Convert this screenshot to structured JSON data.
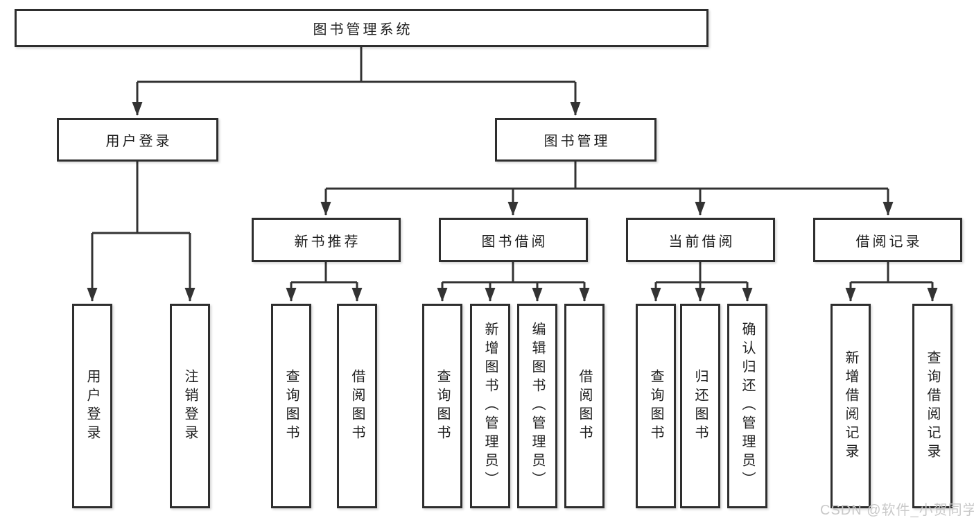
{
  "tree": {
    "root": "图书管理系统",
    "level2": [
      {
        "label": "用户登录",
        "leaves": [
          "用户登录",
          "注销登录"
        ]
      },
      {
        "label": "图书管理",
        "groups": [
          {
            "label": "新书推荐",
            "leaves": [
              "查询图书",
              "借阅图书"
            ]
          },
          {
            "label": "图书借阅",
            "leaves": [
              "查询图书",
              "新增图书（管理员）",
              "编辑图书（管理员）",
              "借阅图书"
            ]
          },
          {
            "label": "当前借阅",
            "leaves": [
              "查询图书",
              "归还图书",
              "确认归还（管理员）"
            ]
          },
          {
            "label": "借阅记录",
            "leaves": [
              "新增借阅记录",
              "查询借阅记录"
            ]
          }
        ]
      }
    ]
  },
  "watermark": "CSDN @软件_小贺同学",
  "colors": {
    "line": "#333333",
    "box_border": "#2e2e2e",
    "text": "#1f1f1f",
    "background": "#ffffff",
    "watermark": "#c9c9c9"
  }
}
